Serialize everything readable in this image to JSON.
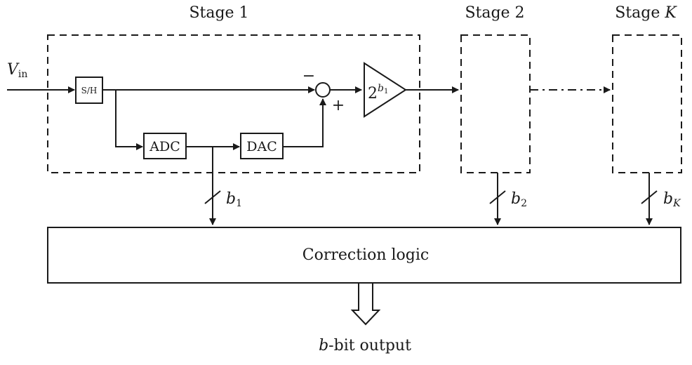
{
  "stages": {
    "stage1": {
      "label": "Stage 1"
    },
    "stage2": {
      "label": "Stage 2"
    },
    "stageK": {
      "prefix": "Stage ",
      "index": "K"
    }
  },
  "input": {
    "symbol": "V",
    "subscript": "in"
  },
  "blocks": {
    "sample_hold": "S/H",
    "adc": "ADC",
    "dac": "DAC",
    "amplifier": {
      "base": "2",
      "exp_var": "b",
      "exp_sub": "1"
    },
    "correction_logic": "Correction logic"
  },
  "summer": {
    "minus": "−",
    "plus": "+"
  },
  "bit_buses": {
    "b1": {
      "var": "b",
      "sub": "1"
    },
    "b2": {
      "var": "b",
      "sub": "2"
    },
    "bK": {
      "var": "b",
      "sub": "K"
    }
  },
  "output": {
    "var": "b",
    "suffix": "-bit output"
  }
}
